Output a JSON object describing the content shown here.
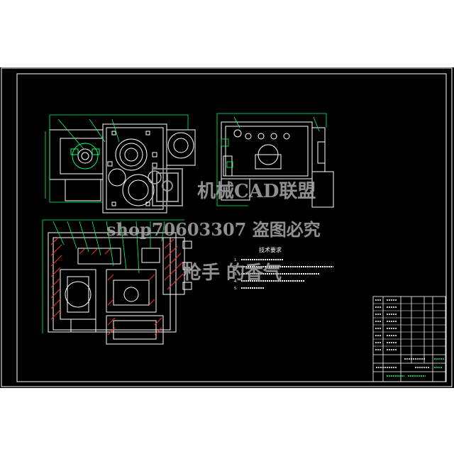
{
  "drawing": {
    "background": "#000000",
    "page_background": "#ffffff",
    "line_colors": {
      "outline": "#ffffff",
      "part": "#ffffff",
      "hatch": "#ff3030",
      "annotation": "#00ff66",
      "dimension": "#00ff66",
      "leader": "#00ff66",
      "frame": "#ffffff",
      "watermark": "#a8a8a8"
    }
  },
  "technical_requirements": {
    "heading": "技术要求",
    "items": [
      "1.",
      "2.",
      "3.",
      "4.",
      "5."
    ]
  },
  "watermark": {
    "line1": "机械CAD联盟",
    "line2": "shop70603307  盗图必究",
    "line3": "枪手 的香气",
    "logo": "CAD-logo"
  },
  "title_block": {
    "label": "title-block"
  }
}
